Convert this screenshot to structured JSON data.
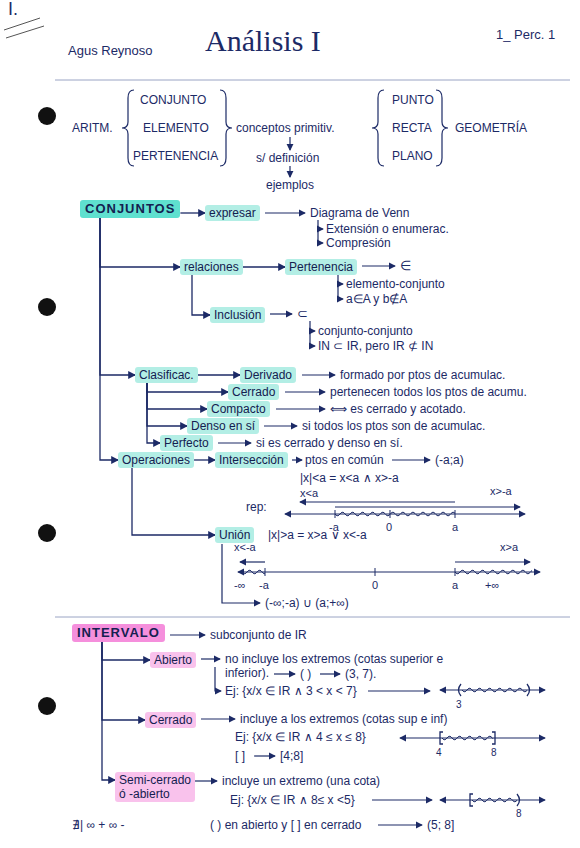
{
  "diagram": {
    "title": "Análisis I",
    "nodes": [
      {
        "text": [
          "CONJUNTOS"
        ]
      },
      {
        "text": [
          "expresar"
        ]
      },
      {
        "text": [
          "relaciones"
        ]
      },
      {
        "text": [
          "Pertenencia"
        ]
      },
      {
        "text": [
          "Inclusión"
        ]
      },
      {
        "text": [
          "Clasificac."
        ]
      },
      {
        "text": [
          "Derivado"
        ]
      },
      {
        "text": [
          "Cerrado"
        ]
      },
      {
        "text": [
          "Compacto"
        ]
      },
      {
        "text": [
          "Denso en sí"
        ]
      },
      {
        "text": [
          "Perfecto"
        ]
      },
      {
        "text": [
          "Operaciones"
        ]
      },
      {
        "text": [
          "Intersección"
        ]
      },
      {
        "text": [
          "Unión"
        ]
      },
      {
        "text": [
          "INTERVALO"
        ]
      },
      {
        "text": [
          "Abierto"
        ]
      },
      {
        "text": [
          "Cerrado"
        ]
      },
      {
        "text": [
          "Semi-cerrado",
          "ó -abierto"
        ]
      }
    ],
    "edges": [
      {
        "from": 0,
        "to": 1,
        "arrow": "to"
      },
      {
        "from": 0,
        "to": 2,
        "arrow": "to"
      },
      {
        "from": 0,
        "to": 5,
        "arrow": "to"
      },
      {
        "from": 0,
        "to": 11,
        "arrow": "to"
      },
      {
        "from": 2,
        "to": 3,
        "arrow": "to"
      },
      {
        "from": 2,
        "to": 4,
        "arrow": "to"
      },
      {
        "from": 5,
        "to": 6,
        "arrow": "to"
      },
      {
        "from": 5,
        "to": 7,
        "arrow": "to"
      },
      {
        "from": 5,
        "to": 8,
        "arrow": "to"
      },
      {
        "from": 5,
        "to": 9,
        "arrow": "to"
      },
      {
        "from": 5,
        "to": 10,
        "arrow": "to"
      },
      {
        "from": 11,
        "to": 12,
        "arrow": "to"
      },
      {
        "from": 11,
        "to": 13,
        "arrow": "to"
      },
      {
        "from": 14,
        "to": 15,
        "arrow": "to"
      },
      {
        "from": 14,
        "to": 16,
        "arrow": "to"
      },
      {
        "from": 14,
        "to": 17,
        "arrow": "to"
      }
    ],
    "labels": [
      "I.",
      "1_ Perc. 1",
      "Agus Reynoso",
      "ARITM.",
      "CONJUNTO",
      "ELEMENTO",
      "PERTENENCIA",
      "conceptos primitiv.",
      "s/ definición",
      "ejemplos",
      "PUNTO",
      "RECTA",
      "PLANO",
      "GEOMETRÍA",
      "Diagrama de Venn",
      "Extensión o enumerac.",
      "Compresión",
      "∈",
      "elemento-conjunto",
      "a∈A y b∉A",
      "⊂",
      "conjunto-conjunto",
      "IN ⊂ IR, pero IR ⊄ IN",
      "formado por ptos de acumulac.",
      "pertenecen todos los ptos de acumu.",
      "⟺ es cerrado y acotado.",
      "si todos los ptos son de acumulac.",
      "si es cerrado y denso en sí.",
      "ptos en común",
      "(-a;a)",
      "|x|<a = x<a ∧ x>-a",
      "x<a",
      "x>-a",
      "rep:",
      "-a",
      "0",
      "a",
      "|x|>a = x>a ∨ x<-a",
      "x<-a",
      "x>a",
      "-∞",
      "-a",
      "0",
      "a",
      "+∞",
      "(-∞;-a) ∪ (a;+∞)",
      "subconjunto de IR",
      "no incluye los extremos (cotas superior e inferior).",
      "( )",
      "(3, 7).",
      "Ej: {x/x ∈ IR ∧ 3 < x < 7}",
      "3",
      "incluye a los extremos (cotas sup e inf)",
      "Ej: {x/x ∈ IR ∧ 4 ≤ x ≤ 8}",
      "4",
      "8",
      "[ ]",
      "[4;8]",
      "incluye un extremo (una cota)",
      "Ej: {x/x ∈ IR ∧ 8≤ x <5}",
      "8",
      "( ) en abierto y [ ] en cerrado",
      "(5; 8]",
      "∄| ∞ + ∞ -"
    ]
  }
}
